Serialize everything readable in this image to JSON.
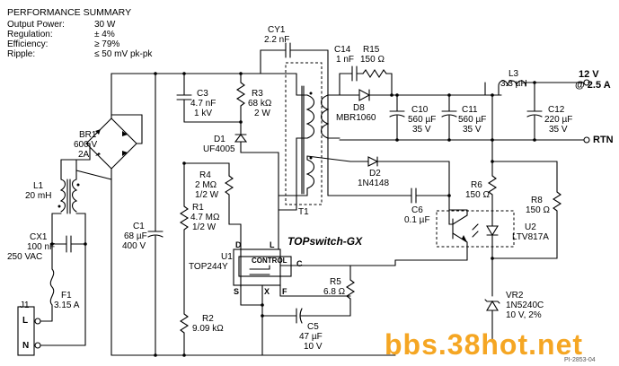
{
  "summary": {
    "title": "PERFORMANCE SUMMARY",
    "rows": [
      {
        "label": "Output Power:",
        "value": "30 W"
      },
      {
        "label": "Regulation:",
        "value": "± 4%"
      },
      {
        "label": "Efficiency:",
        "value": "≥ 79%"
      },
      {
        "label": "Ripple:",
        "value": "≤ 50 mV pk-pk"
      }
    ]
  },
  "components": {
    "cy1": [
      "CY1",
      "2.2 nF"
    ],
    "c14": [
      "C14",
      "1 nF"
    ],
    "r15": [
      "R15",
      "150 Ω"
    ],
    "l3": [
      "L3",
      "3.3 µH"
    ],
    "out": [
      "12 V",
      "@ 2.5 A"
    ],
    "rtn": "RTN",
    "c3": [
      "C3",
      "4.7 nF",
      "1 kV"
    ],
    "r3": [
      "R3",
      "68 kΩ",
      "2 W"
    ],
    "d8": [
      "D8",
      "MBR1060"
    ],
    "c10": [
      "C10",
      "560 µF",
      "35 V"
    ],
    "c11": [
      "C11",
      "560 µF",
      "35 V"
    ],
    "c12": [
      "C12",
      "220 µF",
      "35 V"
    ],
    "br1": [
      "BR1",
      "600 V",
      "2A"
    ],
    "d1": [
      "D1",
      "UF4005"
    ],
    "l1": [
      "L1",
      "20 mH"
    ],
    "r4": [
      "R4",
      "2 MΩ",
      "1/2 W"
    ],
    "d2": [
      "D2",
      "1N4148"
    ],
    "r6": [
      "R6",
      "150 Ω"
    ],
    "r8": [
      "R8",
      "150 Ω"
    ],
    "c6": [
      "C6",
      "0.1 µF"
    ],
    "t1": "T1",
    "c1": [
      "C1",
      "68 µF",
      "400 V"
    ],
    "r1": [
      "R1",
      "4.7 MΩ",
      "1/2 W"
    ],
    "u2": [
      "U2",
      "LTV817A"
    ],
    "cx1": [
      "CX1",
      "100 nF",
      "250 VAC"
    ],
    "topswitch": "TOPswitch-GX",
    "u1": [
      "U1",
      "TOP244Y"
    ],
    "control": "CONTROL",
    "pins": {
      "d": "D",
      "l": "L",
      "c": "C",
      "s": "S",
      "x": "X",
      "f": "F"
    },
    "f1": [
      "F1",
      "3.15 A"
    ],
    "r5": [
      "R5",
      "6.8 Ω"
    ],
    "vr2": [
      "VR2",
      "1N5240C",
      "10 V, 2%"
    ],
    "j1": [
      "J1",
      "L",
      "N"
    ],
    "r2": [
      "R2",
      "9.09 kΩ"
    ],
    "c5": [
      "C5",
      "47 µF",
      "10 V"
    ]
  },
  "watermark": {
    "text": "bbs.38hot.net",
    "code": "PI-2853-04"
  }
}
